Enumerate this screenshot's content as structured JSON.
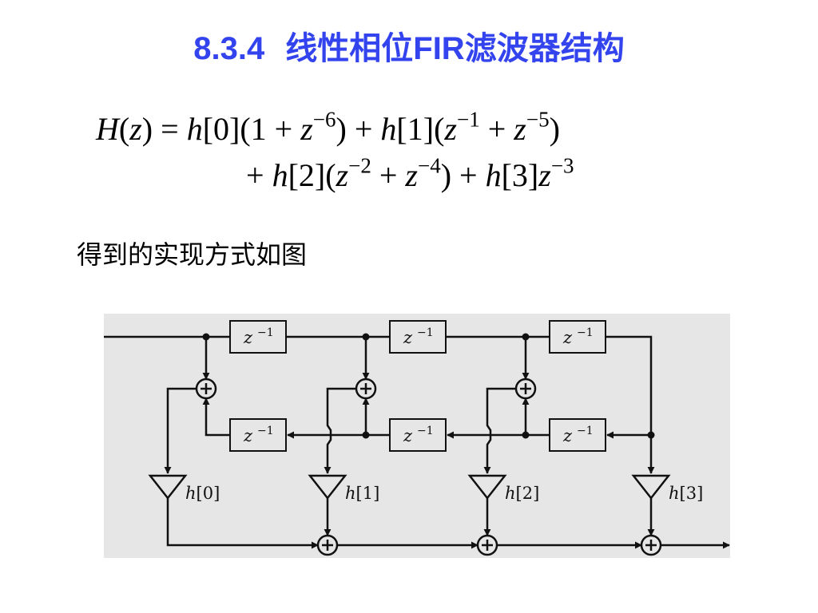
{
  "slide": {
    "section_number": "8.3.4",
    "title_text": "线性相位FIR滤波器结构",
    "equation": {
      "line1": [
        {
          "t": "H",
          "i": true
        },
        {
          "t": "("
        },
        {
          "t": "z",
          "i": true
        },
        {
          "t": ") = "
        },
        {
          "t": "h",
          "i": true
        },
        {
          "t": "[0](1 + "
        },
        {
          "t": "z",
          "i": true
        },
        {
          "t": "−6",
          "sup": true
        },
        {
          "t": ") + "
        },
        {
          "t": "h",
          "i": true
        },
        {
          "t": "[1]("
        },
        {
          "t": "z",
          "i": true
        },
        {
          "t": "−1",
          "sup": true
        },
        {
          "t": " + "
        },
        {
          "t": "z",
          "i": true
        },
        {
          "t": "−5",
          "sup": true
        },
        {
          "t": ")"
        }
      ],
      "line2": [
        {
          "t": "+ "
        },
        {
          "t": "h",
          "i": true
        },
        {
          "t": "[2]("
        },
        {
          "t": "z",
          "i": true
        },
        {
          "t": "−2",
          "sup": true
        },
        {
          "t": " + "
        },
        {
          "t": "z",
          "i": true
        },
        {
          "t": "−4",
          "sup": true
        },
        {
          "t": ") + "
        },
        {
          "t": "h",
          "i": true
        },
        {
          "t": "[3]"
        },
        {
          "t": "z",
          "i": true
        },
        {
          "t": "−3",
          "sup": true
        }
      ]
    },
    "caption": "得到的实现方式如图"
  },
  "diagram": {
    "background": "#e6e6e6",
    "delay_label_base": "z",
    "delay_label_exp": "−1",
    "adder_symbol": "+",
    "coefficients": [
      "h[0]",
      "h[1]",
      "h[2]",
      "h[3]"
    ]
  }
}
